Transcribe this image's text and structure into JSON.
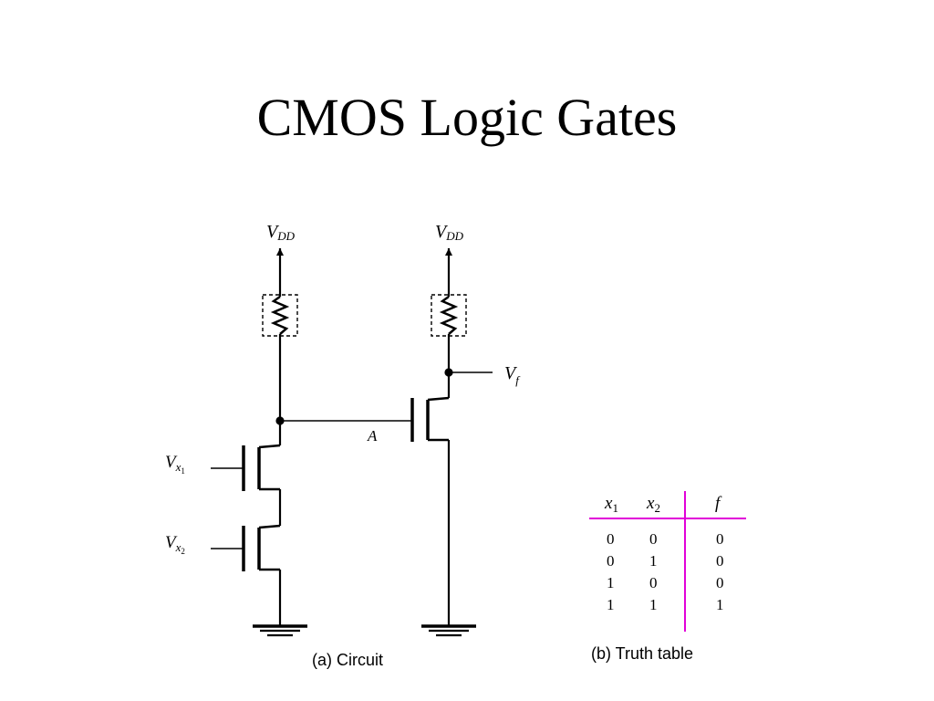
{
  "title": "CMOS Logic Gates",
  "circuit": {
    "vdd_label_v": "V",
    "vdd_label_sub": "DD",
    "vf_label_v": "V",
    "vf_label_sub": "f",
    "node_a_label": "A",
    "input1_v": "V",
    "input1_x": "x",
    "input1_idx": "1",
    "input2_v": "V",
    "input2_x": "x",
    "input2_idx": "2",
    "caption": "(a) Circuit"
  },
  "truth_table": {
    "caption": "(b) Truth table",
    "headers": [
      {
        "var": "x",
        "sub": "1"
      },
      {
        "var": "x",
        "sub": "2"
      },
      {
        "var": "f",
        "sub": ""
      }
    ],
    "rows": [
      [
        "0",
        "0",
        "0"
      ],
      [
        "0",
        "1",
        "0"
      ],
      [
        "1",
        "0",
        "0"
      ],
      [
        "1",
        "1",
        "1"
      ]
    ],
    "rule_color": "#e100d8"
  }
}
